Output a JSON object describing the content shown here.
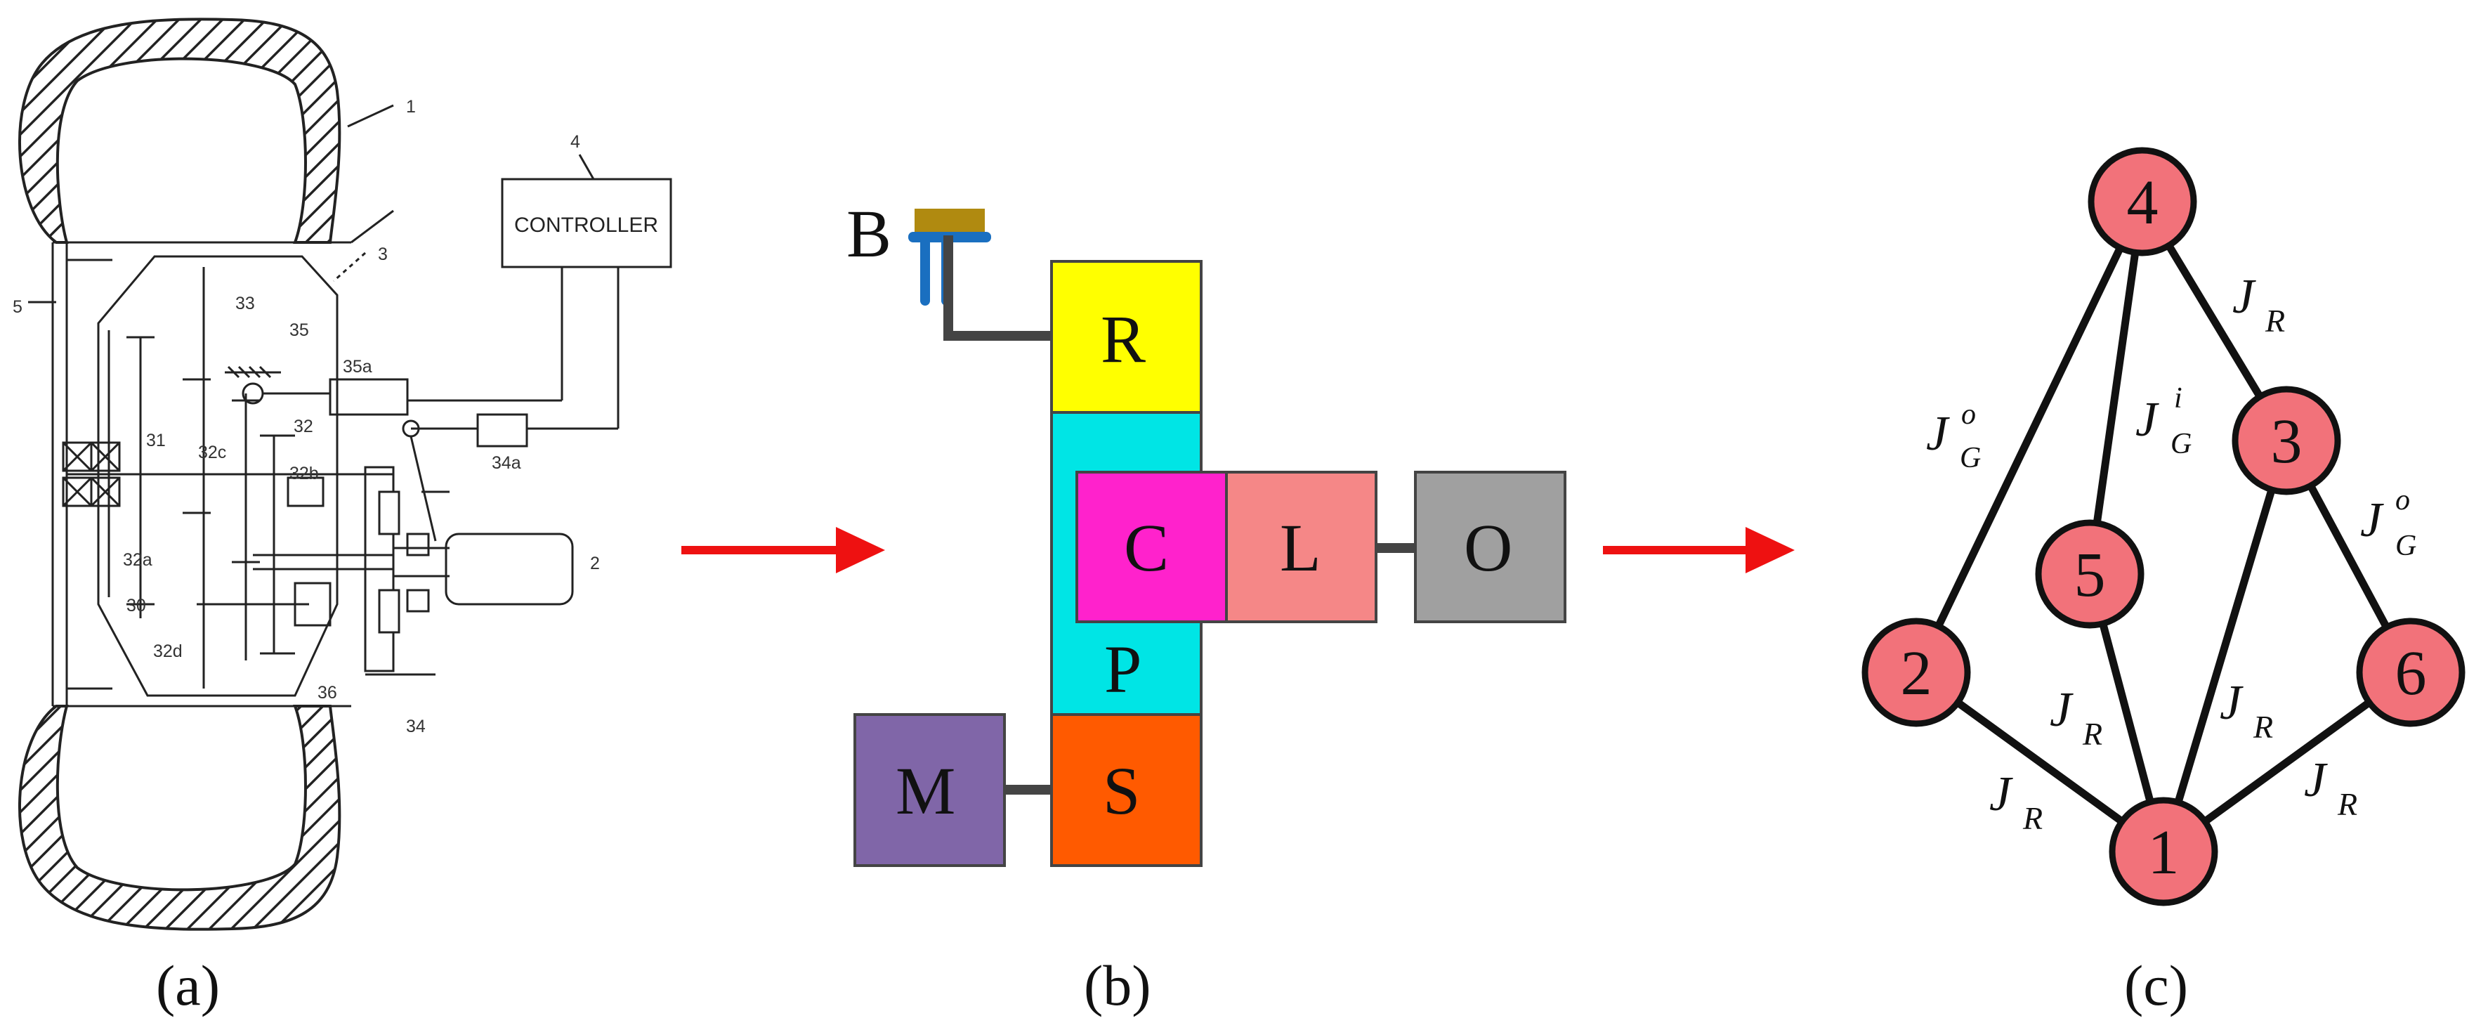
{
  "captions": {
    "a": "(a)",
    "b": "(b)",
    "c": "(c)"
  },
  "patent": {
    "controller": "CONTROLLER",
    "refs": {
      "r1": "1",
      "r2": "2",
      "r3": "3",
      "r4": "4",
      "r5": "5",
      "r30": "30",
      "r31": "31",
      "r32": "32",
      "r32a": "32a",
      "r32b": "32b",
      "r32c": "32c",
      "r32d": "32d",
      "r33": "33",
      "r34": "34",
      "r34a": "34a",
      "r35": "35",
      "r35a": "35a",
      "r36": "36"
    }
  },
  "blocks": {
    "B": "B",
    "R": "R",
    "C": "C",
    "L": "L",
    "O": "O",
    "P": "P",
    "M": "M",
    "S": "S"
  },
  "graph": {
    "nodes": [
      "1",
      "2",
      "3",
      "4",
      "5",
      "6"
    ],
    "edge_labels": {
      "jr": "J",
      "jr_sub": "R",
      "jg": "J",
      "jg_sub": "G",
      "sup_o": "o",
      "sup_i": "i"
    }
  },
  "colors": {
    "R": "#ffff00",
    "P": "#00e5e5",
    "C": "#ff22cc",
    "L": "#f58787",
    "O": "#a0a0a0",
    "M": "#8066a8",
    "S": "#ff5a00",
    "B_top": "#b08a10",
    "B_bar": "#1a6fc0",
    "node_fill": "#f2727a",
    "arrow": "#ee1111"
  }
}
